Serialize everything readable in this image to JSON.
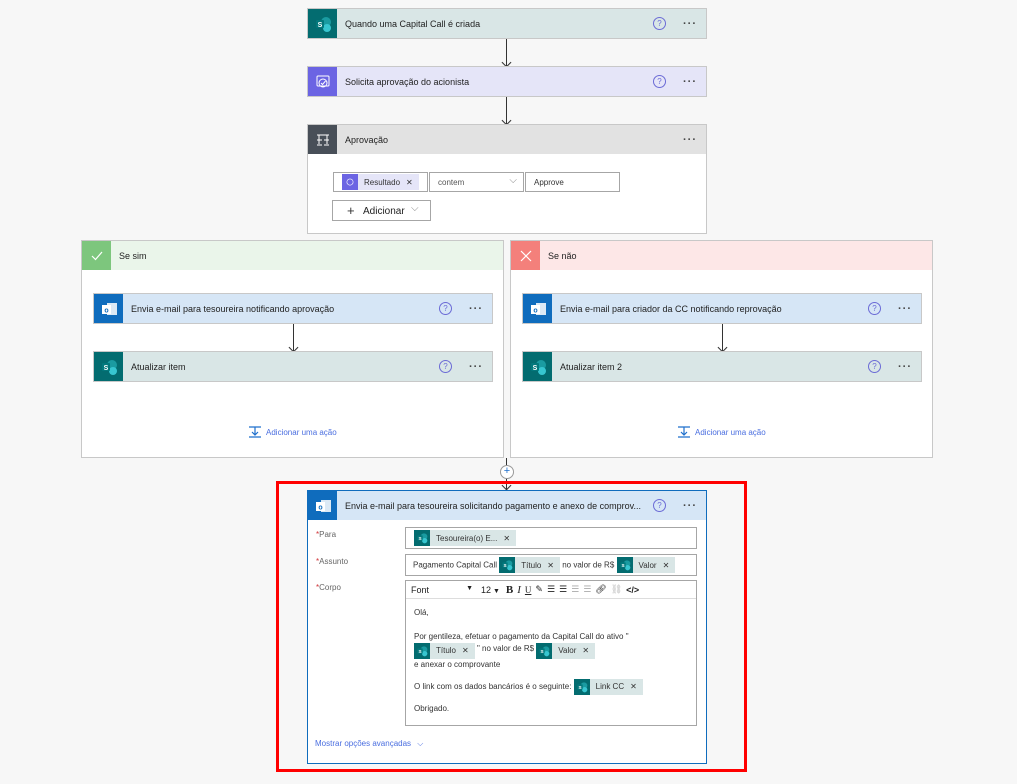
{
  "trigger": {
    "title": "Quando uma Capital Call é criada",
    "icon": "sharepoint-icon"
  },
  "approval_action": {
    "title": "Solicita aprovação do acionista",
    "icon": "approvals-icon"
  },
  "condition": {
    "title": "Aprovação",
    "icon": "condition-icon",
    "token_label": "Resultado",
    "operator": "contem",
    "value": "Approve",
    "add_label": "Adicionar"
  },
  "branch_yes": {
    "title": "Se sim",
    "actions": [
      {
        "title": "Envia e-mail para tesoureira notificando aprovação",
        "icon": "outlook-icon"
      },
      {
        "title": "Atualizar item",
        "icon": "sharepoint-icon"
      }
    ],
    "add_action": "Adicionar uma ação"
  },
  "branch_no": {
    "title": "Se não",
    "actions": [
      {
        "title": "Envia e-mail para criador da CC notificando reprovação",
        "icon": "outlook-icon"
      },
      {
        "title": "Atualizar item 2",
        "icon": "sharepoint-icon"
      }
    ],
    "add_action": "Adicionar uma ação"
  },
  "email_action": {
    "title": "Envia e-mail para tesoureira solicitando pagamento e anexo de comprov...",
    "to_label": "Para",
    "to_token": "Tesoureira(o) E...",
    "subject_label": "Assunto",
    "subject_prefix": "Pagamento Capital Call",
    "subject_token1": "Título",
    "subject_mid": "no valor de R$",
    "subject_token2": "Valor",
    "body_label": "Corpo",
    "toolbar": {
      "font": "Font",
      "size": "12"
    },
    "body": {
      "greeting": "Olá,",
      "line1": "Por gentileza, efetuar o pagamento da Capital Call do ativo \"",
      "token1": "Título",
      "mid": "\" no valor de R$",
      "token2": "Valor",
      "line2": "e anexar o comprovante",
      "line3": "O link com os dados bancários é o seguinte:",
      "token3": "Link CC",
      "closing": "Obrigado."
    },
    "advanced": "Mostrar opções avançadas"
  },
  "colors": {
    "highlight": "#ff0000",
    "sharepoint": "#036c70",
    "outlook": "#0f6cbd",
    "approvals": "#6b64e3"
  }
}
